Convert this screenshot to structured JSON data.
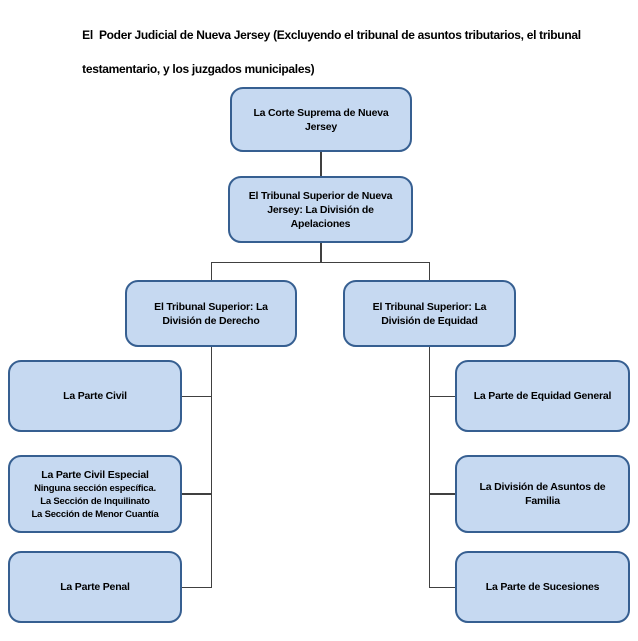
{
  "title": {
    "line1": "El  Poder Judicial de Nueva Jersey (Excluyendo el tribunal de asuntos tributarios, el tribunal",
    "line2": "testamentario, y los juzgados municipales)"
  },
  "colors": {
    "node_fill": "#c6d9f1",
    "node_border": "#365f91",
    "connector": "#404040",
    "text": "#000000",
    "background": "#ffffff"
  },
  "nodes": {
    "supreme": {
      "label": "La Corte Suprema de Nueva Jersey"
    },
    "appellate": {
      "label": "El Tribunal Superior de Nueva Jersey: La División de Apelaciones"
    },
    "law_division": {
      "label": "El Tribunal Superior: La División de Derecho"
    },
    "equity_division": {
      "label": "El Tribunal Superior: La División de Equidad"
    },
    "civil": {
      "label": "La Parte Civil"
    },
    "civil_special": {
      "label": "La Parte Civil Especial",
      "sublines": [
        "Ninguna sección específica.",
        "La Sección de Inquilinato",
        "La Sección de Menor Cuantía"
      ]
    },
    "criminal": {
      "label": "La Parte Penal"
    },
    "general_equity": {
      "label": "La Parte de Equidad General"
    },
    "family": {
      "label": "La División de Asuntos de Familia"
    },
    "probate": {
      "label": "La Parte de Sucesiones"
    }
  }
}
